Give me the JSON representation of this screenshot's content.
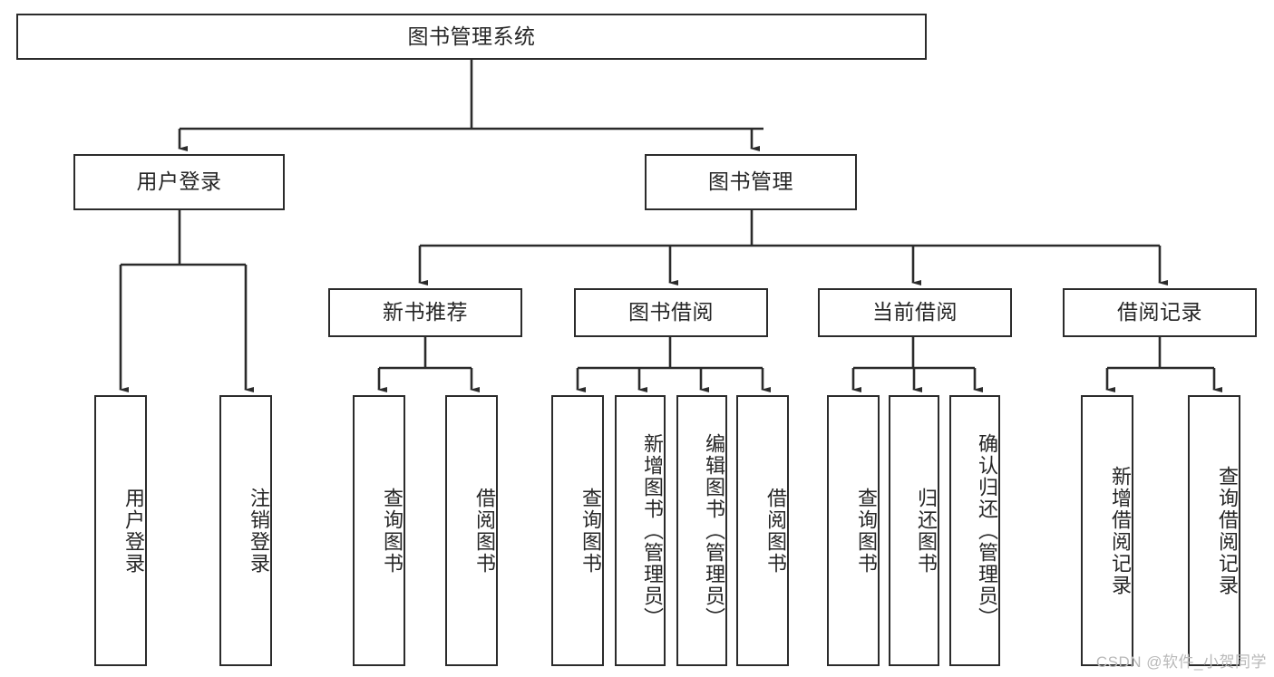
{
  "diagram": {
    "type": "tree-hierarchy-flowchart",
    "title": "图书管理系统",
    "colors": {
      "box_stroke": "#2b2b2b",
      "box_fill": "#ffffff",
      "connector": "#2b2b2b",
      "text": "#262626",
      "watermark": "#b9b9b9",
      "background": "#ffffff"
    },
    "root": {
      "label": "图书管理系统",
      "orientation": "horizontal"
    },
    "level1": [
      {
        "id": "user-login",
        "label": "用户登录",
        "orientation": "horizontal"
      },
      {
        "id": "book-management",
        "label": "图书管理",
        "orientation": "horizontal"
      }
    ],
    "level2": [
      {
        "id": "new-book-recommend",
        "label": "新书推荐",
        "parent": "book-management",
        "orientation": "horizontal"
      },
      {
        "id": "book-borrow",
        "label": "图书借阅",
        "parent": "book-management",
        "orientation": "horizontal"
      },
      {
        "id": "current-borrow",
        "label": "当前借阅",
        "parent": "book-management",
        "orientation": "horizontal"
      },
      {
        "id": "borrow-record",
        "label": "借阅记录",
        "parent": "book-management",
        "orientation": "horizontal"
      }
    ],
    "leaves": [
      {
        "id": "leaf-user-login",
        "label": "用户登录",
        "parent": "user-login",
        "orientation": "vertical"
      },
      {
        "id": "leaf-logout-login",
        "label": "注销登录",
        "parent": "user-login",
        "orientation": "vertical"
      },
      {
        "id": "leaf-query-book-1",
        "label": "查询图书",
        "parent": "new-book-recommend",
        "orientation": "vertical"
      },
      {
        "id": "leaf-borrow-book-1",
        "label": "借阅图书",
        "parent": "new-book-recommend",
        "orientation": "vertical"
      },
      {
        "id": "leaf-query-book-2",
        "label": "查询图书",
        "parent": "book-borrow",
        "orientation": "vertical"
      },
      {
        "id": "leaf-add-book",
        "label": "新增图书（管理员）",
        "parent": "book-borrow",
        "orientation": "vertical"
      },
      {
        "id": "leaf-edit-book",
        "label": "编辑图书（管理员）",
        "parent": "book-borrow",
        "orientation": "vertical"
      },
      {
        "id": "leaf-borrow-book-2",
        "label": "借阅图书",
        "parent": "book-borrow",
        "orientation": "vertical"
      },
      {
        "id": "leaf-query-book-3",
        "label": "查询图书",
        "parent": "current-borrow",
        "orientation": "vertical"
      },
      {
        "id": "leaf-return-book",
        "label": "归还图书",
        "parent": "current-borrow",
        "orientation": "vertical"
      },
      {
        "id": "leaf-confirm-return",
        "label": "确认归还（管理员）",
        "parent": "current-borrow",
        "orientation": "vertical"
      },
      {
        "id": "leaf-add-borrow-record",
        "label": "新增借阅记录",
        "parent": "borrow-record",
        "orientation": "vertical"
      },
      {
        "id": "leaf-query-borrow-record",
        "label": "查询借阅记录",
        "parent": "borrow-record",
        "orientation": "vertical"
      }
    ],
    "watermark": "CSDN @软件_小贺同学"
  }
}
